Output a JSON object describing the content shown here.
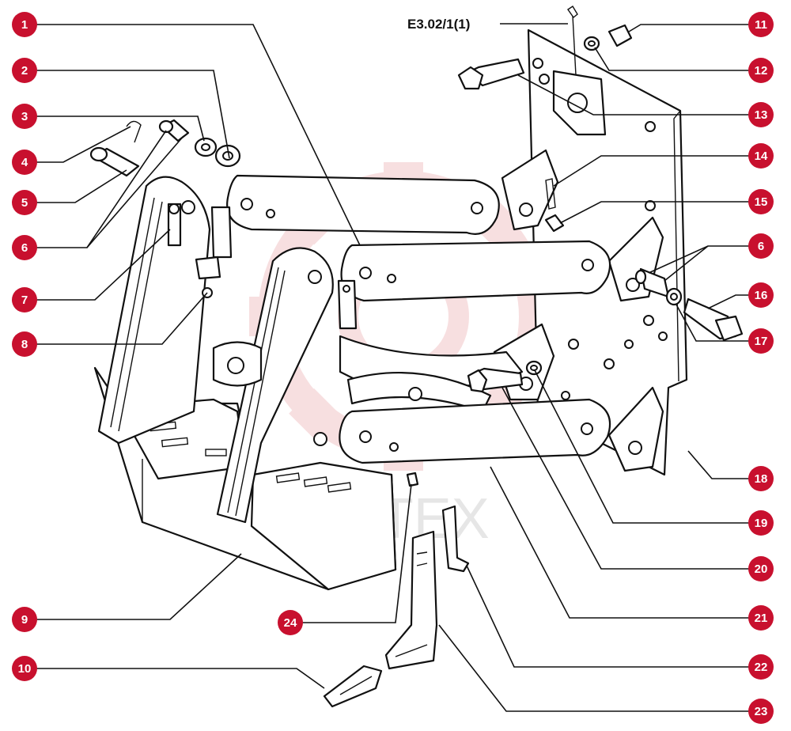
{
  "drawing_code": "E3.02/1(1)",
  "watermark_text": "ИНТЕХ",
  "colors": {
    "callout": "#c8102e",
    "watermark": "#f2c6c8",
    "ink": "#111111"
  },
  "callouts": [
    {
      "label": "1"
    },
    {
      "label": "2"
    },
    {
      "label": "3"
    },
    {
      "label": "4"
    },
    {
      "label": "5"
    },
    {
      "label": "6"
    },
    {
      "label": "7"
    },
    {
      "label": "8"
    },
    {
      "label": "9"
    },
    {
      "label": "10"
    },
    {
      "label": "11"
    },
    {
      "label": "12"
    },
    {
      "label": "13"
    },
    {
      "label": "14"
    },
    {
      "label": "15"
    },
    {
      "label": "6"
    },
    {
      "label": "16"
    },
    {
      "label": "17"
    },
    {
      "label": "18"
    },
    {
      "label": "19"
    },
    {
      "label": "20"
    },
    {
      "label": "21"
    },
    {
      "label": "22"
    },
    {
      "label": "23"
    },
    {
      "label": "24"
    }
  ]
}
